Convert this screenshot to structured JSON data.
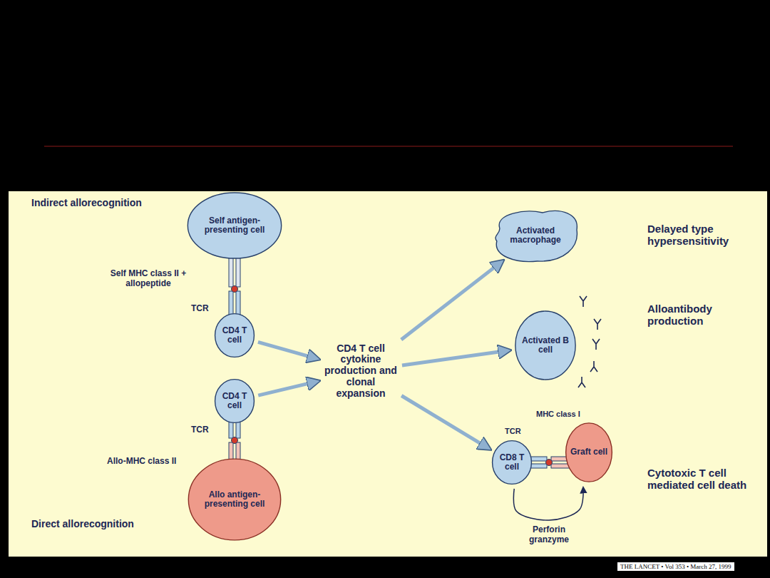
{
  "diagram": {
    "nodes": [
      {
        "text": [
          "Self antigen-presenting cell"
        ]
      },
      {
        "text": [
          "CD4 T cell"
        ]
      },
      {
        "text": [
          "CD4 T cell cytokine production and clonal expansion"
        ]
      },
      {
        "text": [
          "CD4 T cell"
        ]
      },
      {
        "text": [
          "Allo antigen-presenting cell"
        ]
      },
      {
        "text": [
          "Activated macrophage"
        ]
      },
      {
        "text": [
          "Activated B cell"
        ]
      },
      {
        "text": [
          "CD8 T cell"
        ]
      },
      {
        "text": [
          "Graft cell"
        ]
      }
    ],
    "edges": [
      {
        "from": 1,
        "to": 2,
        "arrow": "to"
      },
      {
        "from": 3,
        "to": 2,
        "arrow": "to"
      },
      {
        "from": 2,
        "to": 5,
        "arrow": "to"
      },
      {
        "from": 2,
        "to": 6,
        "arrow": "to"
      },
      {
        "from": 2,
        "to": 7,
        "arrow": "to"
      },
      {
        "from": 7,
        "to": 8,
        "label": "Perforin granzyme",
        "arrow": "to"
      }
    ],
    "labels": [
      "Indirect allorecognition",
      "Self MHC class II + allopeptide",
      "TCR",
      "TCR",
      "Allo-MHC class II",
      "Direct allorecognition",
      "Delayed type hypersensitivity",
      "Alloantibody production",
      "MHC class I",
      "TCR",
      "Cytotoxic T cell mediated cell death",
      "THE LANCET • Vol 353 • March 27, 1999"
    ]
  }
}
